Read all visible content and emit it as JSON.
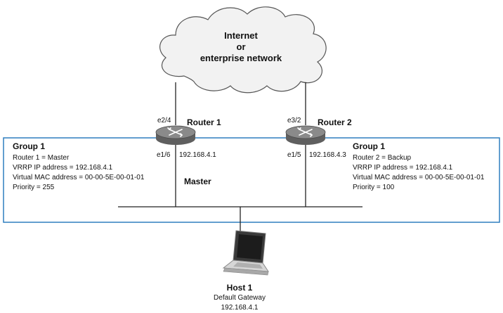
{
  "cloud": {
    "line1": "Internet",
    "line2": "or",
    "line3": "enterprise network"
  },
  "router1": {
    "name": "Router 1",
    "port_up": "e2/4",
    "port_down": "e1/6",
    "ip": "192.168.4.1",
    "role": "Master"
  },
  "router2": {
    "name": "Router 2",
    "port_up": "e3/2",
    "port_down": "e1/5",
    "ip": "192.168.4.3"
  },
  "group_left": {
    "title": "Group 1",
    "lines": [
      "Router 1 = Master",
      "VRRP IP address = 192.168.4.1",
      "Virtual MAC address = 00-00-5E-00-01-01",
      "Priority = 255"
    ]
  },
  "group_right": {
    "title": "Group 1",
    "lines": [
      "Router 2 = Backup",
      "VRRP IP address = 192.168.4.1",
      "Virtual MAC address = 00-00-5E-00-01-01",
      "Priority = 100"
    ]
  },
  "host": {
    "name": "Host 1",
    "line1": "Default Gateway",
    "line2": "192.168.4.1"
  },
  "colors": {
    "group_border": "#2f7fbf",
    "line": "#222222",
    "cloud_fill": "#f2f2f2",
    "cloud_stroke": "#555555",
    "router_top": "#8a8a8a",
    "router_side": "#5f5f5f"
  }
}
